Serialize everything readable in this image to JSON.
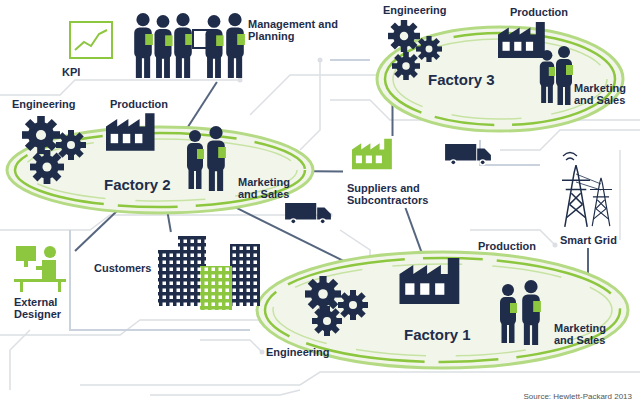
{
  "diagram": {
    "nodes": [
      {
        "text": [
          "Management and Planning"
        ]
      },
      {
        "text": [
          "KPI"
        ]
      },
      {
        "text": [
          "Factory 3"
        ]
      },
      {
        "text": [
          "Engineering"
        ],
        "in": 2
      },
      {
        "text": [
          "Production"
        ],
        "in": 2
      },
      {
        "text": [
          "Marketing and Sales"
        ],
        "in": 2
      },
      {
        "text": [
          "Factory 2"
        ]
      },
      {
        "text": [
          "Engineering"
        ],
        "in": 6
      },
      {
        "text": [
          "Production"
        ],
        "in": 6
      },
      {
        "text": [
          "Marketing and Sales"
        ],
        "in": 6
      },
      {
        "text": [
          "Suppliers and Subcontractors"
        ]
      },
      {
        "text": [
          "Smart Grid"
        ]
      },
      {
        "text": [
          "Customers"
        ]
      },
      {
        "text": [
          "External Designer"
        ]
      },
      {
        "text": [
          "Factory 1"
        ]
      },
      {
        "text": [
          "Production"
        ],
        "in": 14
      },
      {
        "text": [
          "Marketing and Sales"
        ],
        "in": 14
      },
      {
        "text": [
          "Engineering"
        ],
        "in": 14
      }
    ],
    "edges": [
      {
        "from": 6,
        "to": 10,
        "arrow": "none"
      },
      {
        "from": 10,
        "to": 2,
        "arrow": "none"
      },
      {
        "from": 10,
        "to": 14,
        "arrow": "none"
      },
      {
        "from": 13,
        "to": 6,
        "arrow": "none"
      },
      {
        "from": 0,
        "to": 6,
        "arrow": "none"
      },
      {
        "from": 6,
        "to": 14,
        "arrow": "none"
      },
      {
        "from": 11,
        "to": 14,
        "arrow": "none"
      },
      {
        "from": 12,
        "to": 6,
        "arrow": "none"
      }
    ],
    "labels": [
      "Source: Hewlett-Packard 2013"
    ]
  }
}
